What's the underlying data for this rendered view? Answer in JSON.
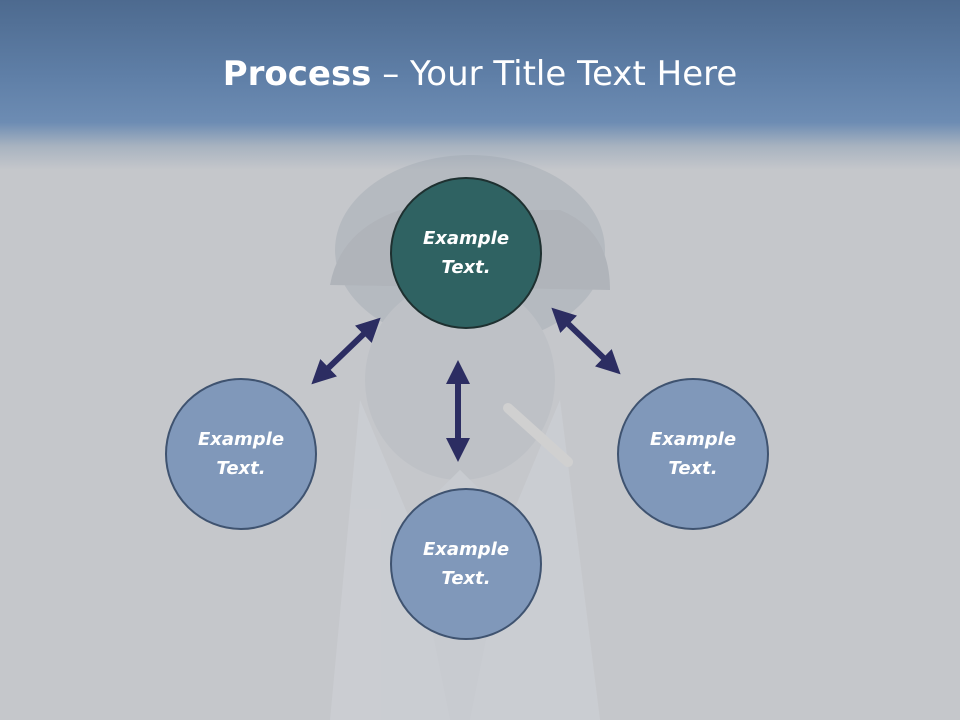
{
  "slide": {
    "title_bold": "Process",
    "title_rest": " – Your Title Text Here"
  },
  "nodes": {
    "top": "Example Text.",
    "left": "Example Text.",
    "right": "Example Text.",
    "bottom": "Example Text."
  },
  "colors": {
    "header": "#5f7fa7",
    "background": "#c5c7cb",
    "center_node": "#2f6262",
    "outer_node": "#8098ba",
    "node_border": "#3f5370",
    "arrow": "#2c2d62"
  }
}
